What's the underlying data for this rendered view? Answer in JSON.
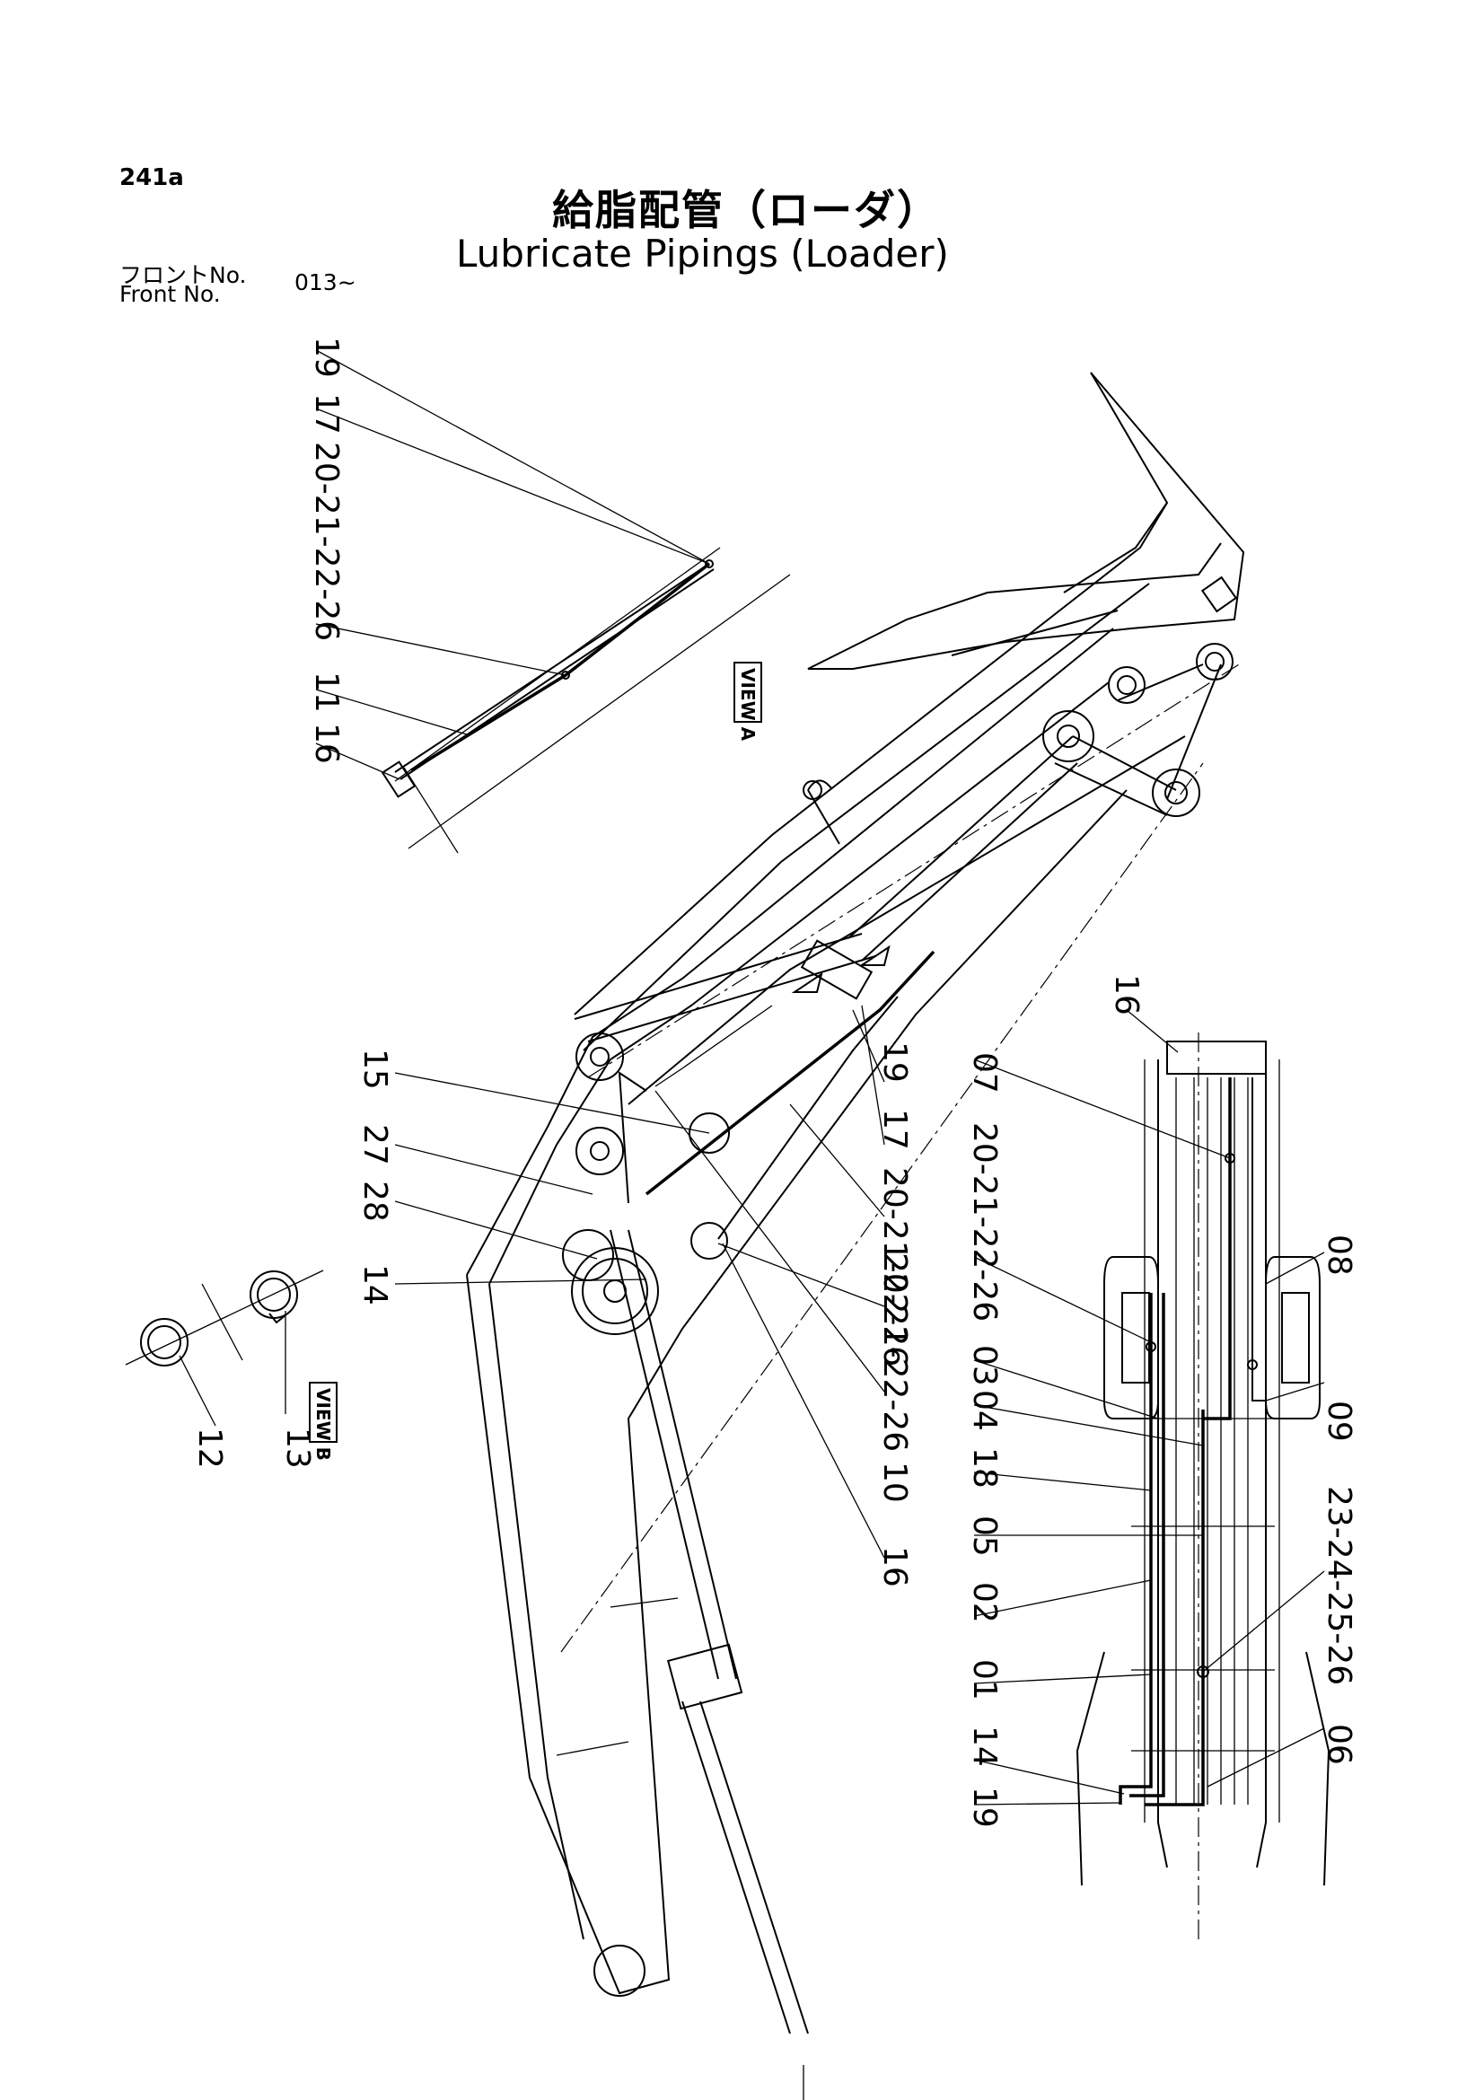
{
  "header": {
    "page_number": "241a",
    "title_jp": "給脂配管（ローダ）",
    "title_en": "Lubricate Pipings (Loader)",
    "front_label_jp": "フロントNo.",
    "front_label_en": "Front   No.",
    "front_value": "013~"
  },
  "views": {
    "view_a": "VIEW A",
    "view_b": "VIEW B"
  },
  "labels": {
    "a19": "19",
    "a17": "17",
    "a20": "20-21-22-26",
    "a11": "11",
    "a16": "16",
    "b12": "12",
    "b13": "13",
    "m15": "15",
    "m27": "27",
    "m28": "28",
    "m14": "14",
    "m20": "20-21-22-26",
    "m10": "10",
    "m16": "16",
    "m19": "19",
    "m17": "17",
    "m20b": "20-21-22-26",
    "r16": "16",
    "r07": "07",
    "r20": "20-21-22-26",
    "r08": "08",
    "r03": "03",
    "r09": "09",
    "r04": "04",
    "r18": "18",
    "r05": "05",
    "r23": "23-24-25-26",
    "r02": "02",
    "r01": "01",
    "r06": "06",
    "r14": "14",
    "r19": "19"
  }
}
